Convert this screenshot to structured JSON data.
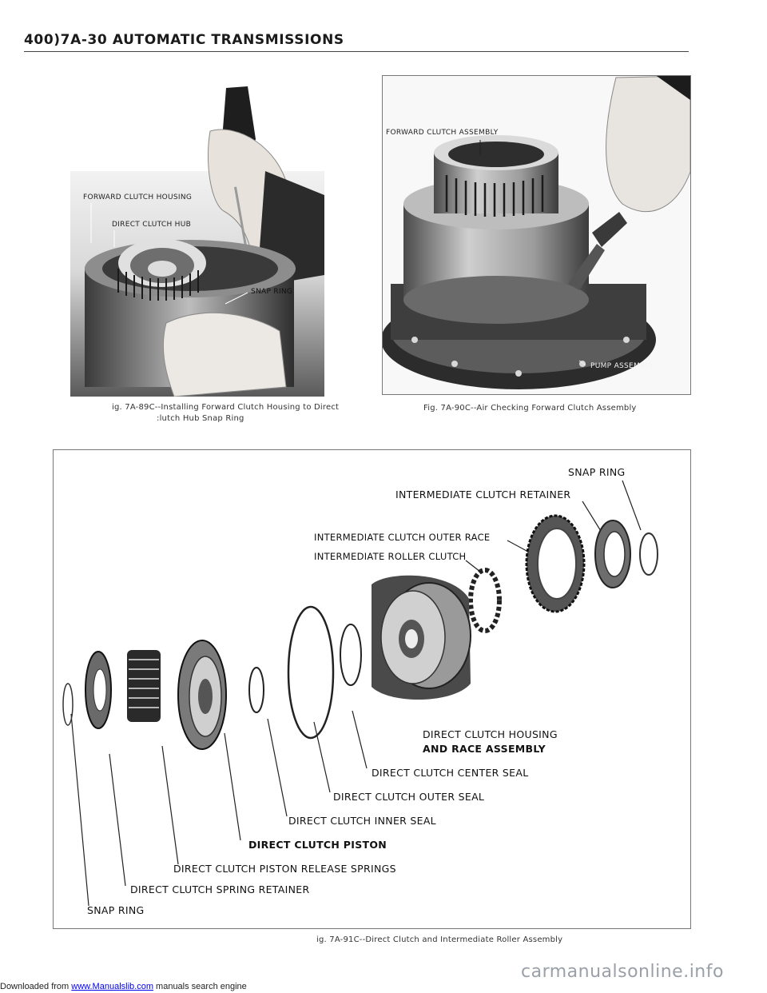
{
  "header": {
    "title": "400)7A-30 AUTOMATIC TRANSMISSIONS"
  },
  "figure_left": {
    "labels": {
      "housing": "FORWARD CLUTCH HOUSING",
      "hub": "DIRECT CLUTCH HUB",
      "snap_ring": "SNAP RING"
    },
    "caption_line1": "ig. 7A-89C--Installing Forward Clutch Housing to Direct",
    "caption_line2": ":lutch Hub Snap Ring"
  },
  "figure_right": {
    "labels": {
      "assembly": "FORWARD CLUTCH ASSEMBLY",
      "pump": "PUMP ASSEMBLY"
    },
    "caption": "Fig. 7A-90C--Air Checking Forward Clutch Assembly"
  },
  "figure_bottom": {
    "labels": {
      "snap_ring_top": "SNAP RING",
      "intermediate_retainer": "INTERMEDIATE CLUTCH RETAINER",
      "outer_race": "INTERMEDIATE CLUTCH OUTER RACE",
      "roller_clutch": "INTERMEDIATE ROLLER CLUTCH",
      "housing_line1": "DIRECT CLUTCH HOUSING",
      "housing_line2": "AND RACE ASSEMBLY",
      "center_seal": "DIRECT CLUTCH CENTER SEAL",
      "outer_seal": "DIRECT CLUTCH OUTER SEAL",
      "inner_seal": "DIRECT CLUTCH INNER SEAL",
      "piston": "DIRECT CLUTCH PISTON",
      "release_springs": "DIRECT CLUTCH PISTON RELEASE SPRINGS",
      "spring_retainer": "DIRECT CLUTCH SPRING RETAINER",
      "snap_ring_bottom": "SNAP RING"
    },
    "caption": "ig. 7A-91C--Direct Clutch and Intermediate Roller Assembly"
  },
  "footer": {
    "prefix": "Downloaded from ",
    "link": "www.Manualslib.com",
    "suffix": " manuals search engine",
    "watermark": "carmanualsonline.info"
  }
}
